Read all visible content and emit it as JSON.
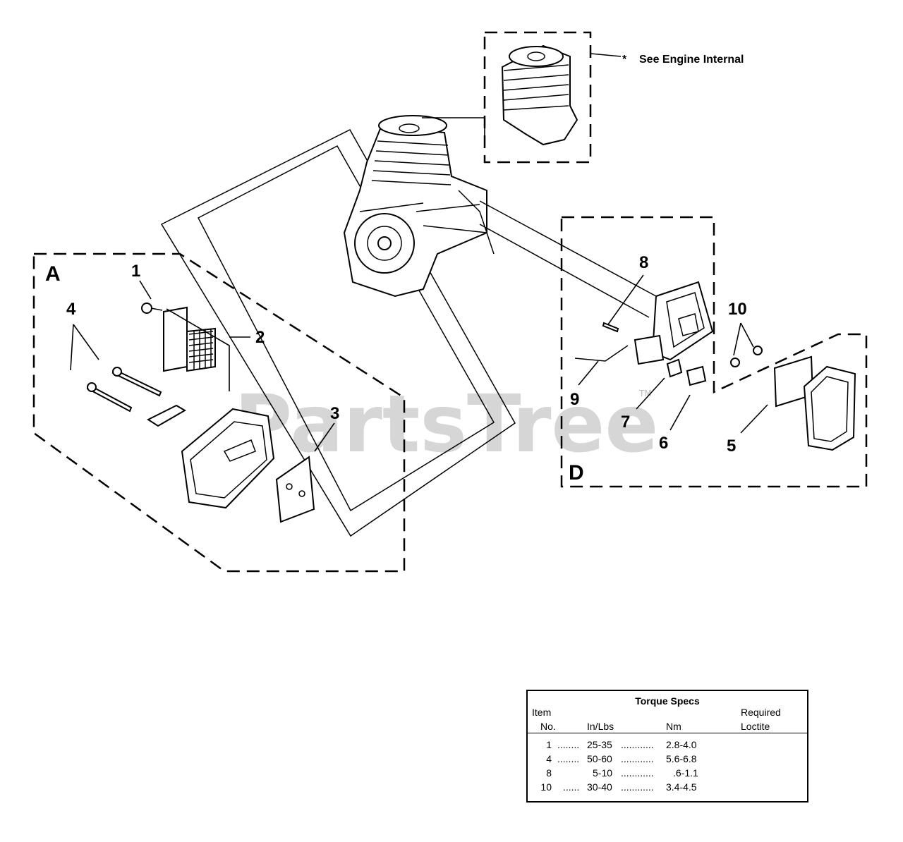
{
  "callouts": {
    "c1": "1",
    "c2": "2",
    "c3": "3",
    "c4": "4",
    "c5": "5",
    "c6": "6",
    "c7": "7",
    "c8": "8",
    "c9": "9",
    "c10": "10"
  },
  "sections": {
    "a": "A",
    "d": "D"
  },
  "engine_note": "See Engine Internal",
  "engine_note_mark": "*",
  "watermark": {
    "text": "PartsTree",
    "tm": "TM"
  },
  "torque_table": {
    "title": "Torque Specs",
    "headers": {
      "item": "Item",
      "no": "No.",
      "inlbs": "In/Lbs",
      "nm": "Nm",
      "required": "Required",
      "loctite": "Loctite"
    },
    "rows": [
      {
        "item": "1",
        "inlbs": "25-35",
        "nm": "2.8-4.0"
      },
      {
        "item": "4",
        "inlbs": "50-60",
        "nm": "5.6-6.8"
      },
      {
        "item": "8",
        "inlbs": "5-10",
        "nm": ".6-1.1"
      },
      {
        "item": "10",
        "inlbs": "30-40",
        "nm": "3.4-4.5"
      }
    ]
  }
}
